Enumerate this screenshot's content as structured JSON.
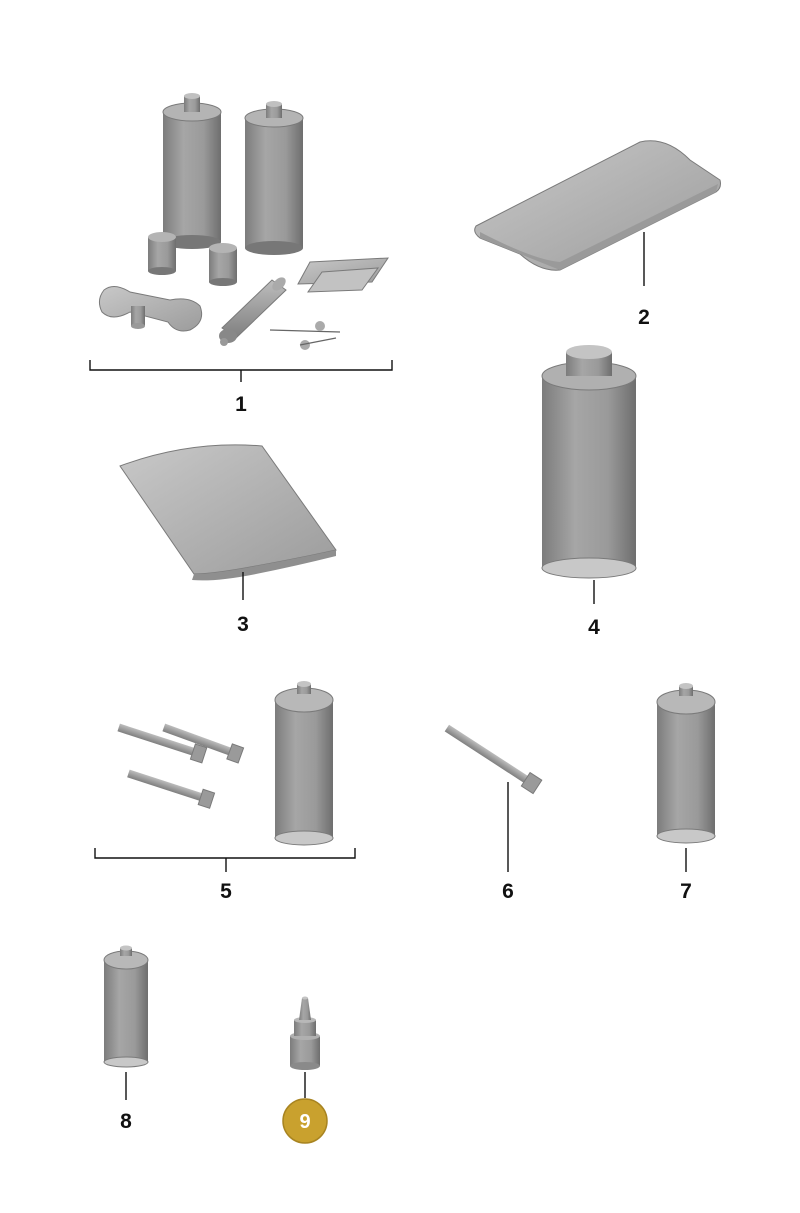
{
  "diagram": {
    "highlight_color": "#c9a12e",
    "part_color": "#9a9a9a",
    "labels": [
      {
        "id": "p1",
        "text": "1",
        "selected": false
      },
      {
        "id": "p2",
        "text": "2",
        "selected": false
      },
      {
        "id": "p3",
        "text": "3",
        "selected": false
      },
      {
        "id": "p4",
        "text": "4",
        "selected": false
      },
      {
        "id": "p5",
        "text": "5",
        "selected": false
      },
      {
        "id": "p6",
        "text": "6",
        "selected": false
      },
      {
        "id": "p7",
        "text": "7",
        "selected": false
      },
      {
        "id": "p8",
        "text": "8",
        "selected": false
      },
      {
        "id": "p9",
        "text": "9",
        "selected": true
      }
    ]
  }
}
